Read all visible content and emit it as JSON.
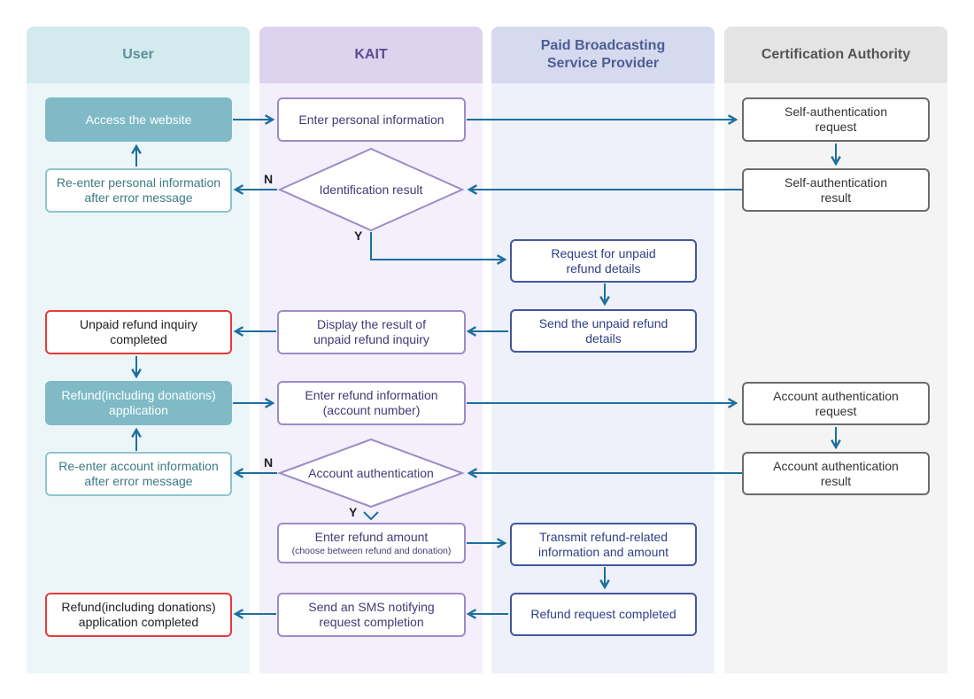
{
  "lanes": {
    "user": "User",
    "kait": "KAIT",
    "pbsp": "Paid Broadcasting Service Provider",
    "ca": "Certification Authority"
  },
  "user": {
    "access_website": "Access the website",
    "reenter_personal": "Re-enter personal information after error message",
    "inquiry_completed": "Unpaid refund inquiry completed",
    "refund_application": "Refund(including donations) application",
    "reenter_account": "Re-enter account information after error message",
    "application_completed": "Refund(including donations) application completed"
  },
  "kait": {
    "enter_personal": "Enter personal information",
    "identification_result": "Identification result",
    "display_result": "Display the result of unpaid refund inquiry",
    "enter_refund_info": "Enter refund information (account number)",
    "account_authentication": "Account authentication",
    "enter_refund_amount": "Enter refund amount",
    "enter_refund_amount_note": "(choose between refund and donation)",
    "send_sms": "Send an SMS notifying request completion"
  },
  "pbsp": {
    "request_details": "Request for unpaid refund details",
    "send_details": "Send the unpaid refund details",
    "transmit_refund": "Transmit refund-related information and amount",
    "refund_completed": "Refund request completed"
  },
  "ca": {
    "self_auth_request": "Self-authentication request",
    "self_auth_result": "Self-authentication result",
    "account_auth_request": "Account authentication request",
    "account_auth_result": "Account authentication result"
  },
  "decision_labels": {
    "id_no": "N",
    "id_yes": "Y",
    "acct_no": "N",
    "acct_yes": "Y"
  },
  "colors": {
    "arrow": "#1d6f9e",
    "user_fill": "#7fbac6",
    "completed_border": "#e53a3a"
  }
}
